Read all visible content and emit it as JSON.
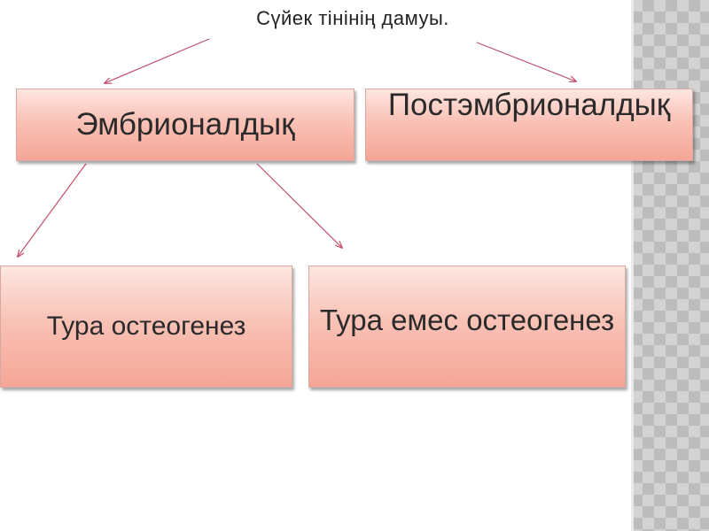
{
  "title": "Сүйек тінінің дамуы.",
  "boxes": {
    "embryonic": "Эмбрионалдық",
    "postembryonic": "Постэмбрионалдық",
    "direct_osteogenesis": "Тура остеогенез",
    "indirect_osteogenesis": "Тура емес остеогенез"
  },
  "colors": {
    "box_fill_top": "#fde6e1",
    "box_fill_bottom": "#f5a696",
    "arrow": "#c0506a",
    "side_pattern": "#bcbcbc"
  }
}
